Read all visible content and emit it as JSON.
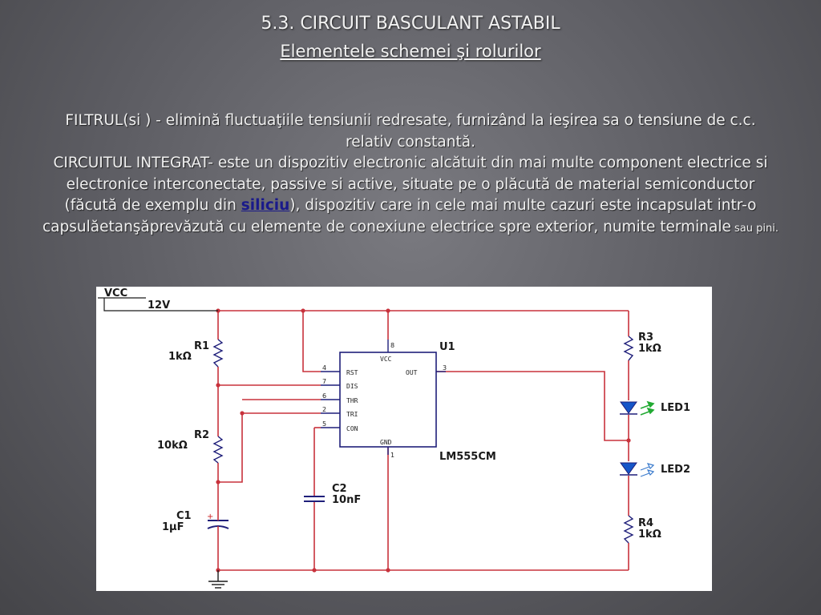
{
  "slide": {
    "title": "5.3. CIRCUIT BASCULANT ASTABIL",
    "subtitle": "Elementele schemei şi rolurilor",
    "paragraph1": "FILTRUL(si ) - elimină fluctuaţiile tensiunii redresate, furnizând la ieşirea sa o tensiune de c.c. relativ constantă.",
    "paragraph2_pre": "CIRCUITUL INTEGRAT-  este un dispozitiv electronic alcătuit din mai multe component electrice si electronice interconectate, passive si active, situate pe o plăcută de material semiconductor (făcută de exemplu din ",
    "paragraph2_link": "siliciu",
    "paragraph2_post": "), dispozitiv care in cele mai multe cazuri este incapsulat intr-o capsulăetanşăprevăzută cu elemente de conexiune electrice spre exterior, numite terminale",
    "paragraph2_small": " sau pini."
  },
  "schematic": {
    "vcc_label": "VCC",
    "vcc_value": "12V",
    "ic": {
      "ref": "U1",
      "part": "LM555CM",
      "pins": {
        "rst": "RST",
        "dis": "DIS",
        "thr": "THR",
        "tri": "TRI",
        "con": "CON",
        "vcc": "VCC",
        "out": "OUT",
        "gnd": "GND"
      },
      "pin_numbers": {
        "rst": "4",
        "dis": "7",
        "thr": "6",
        "tri": "2",
        "con": "5",
        "vcc": "8",
        "out": "3",
        "gnd": "1"
      }
    },
    "components": {
      "r1": {
        "ref": "R1",
        "value": "1kΩ"
      },
      "r2": {
        "ref": "R2",
        "value": "10kΩ"
      },
      "c1": {
        "ref": "C1",
        "value": "1µF"
      },
      "c2": {
        "ref": "C2",
        "value": "10nF"
      },
      "r3": {
        "ref": "R3",
        "value": "1kΩ"
      },
      "r4": {
        "ref": "R4",
        "value": "1kΩ"
      },
      "led1": {
        "ref": "LED1"
      },
      "led2": {
        "ref": "LED2"
      }
    },
    "c1_polarity": "+",
    "colors": {
      "wire": "#c8323c",
      "component": "#1f1f7a",
      "led_fill": "#1555c8",
      "led1_rays": "#22aa33",
      "led2_rays": "#3a7acc"
    }
  }
}
